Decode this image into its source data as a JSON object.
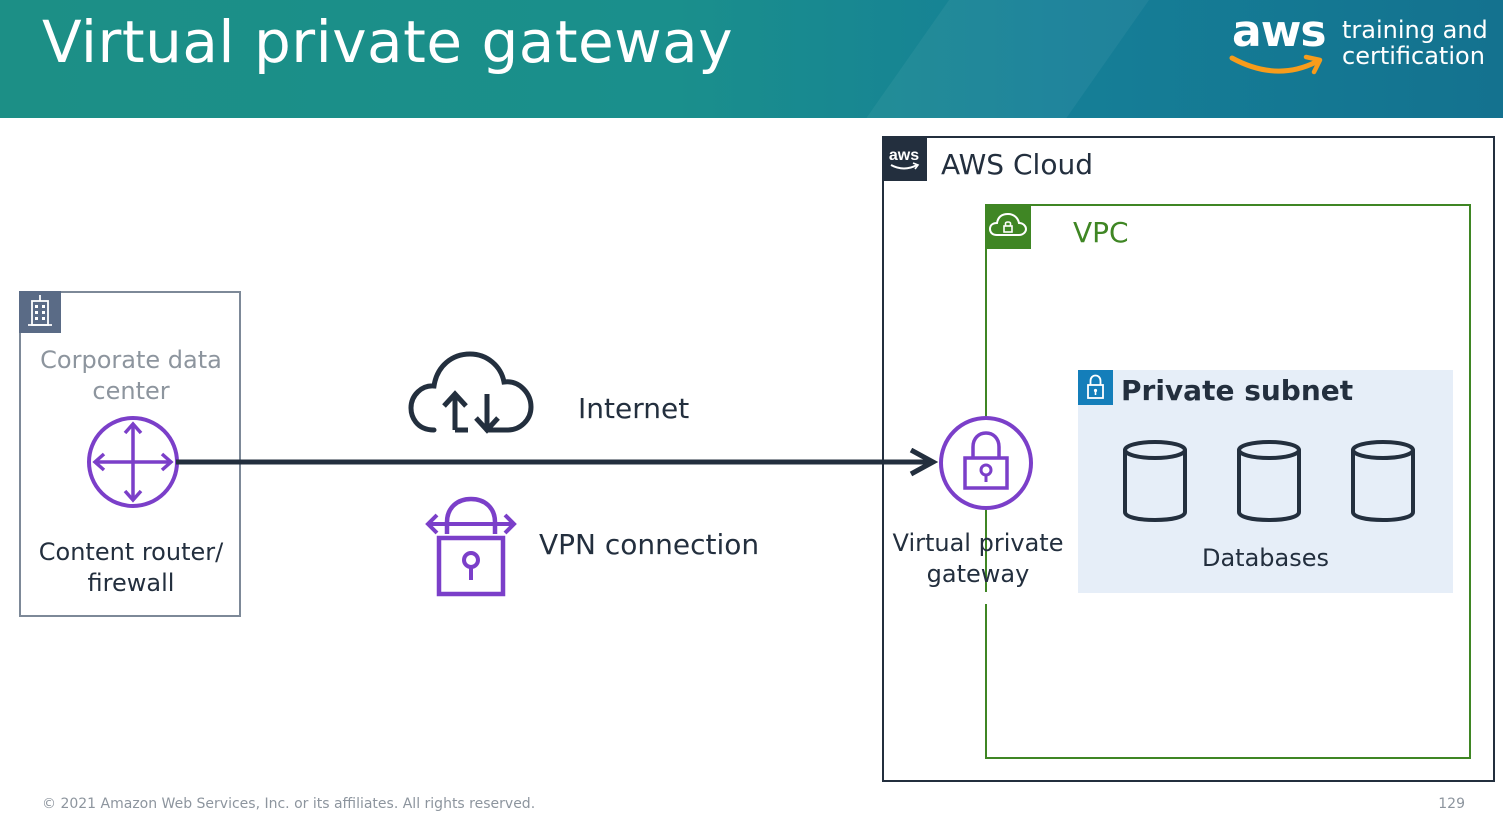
{
  "slide": {
    "title": "Virtual private gateway",
    "brand": {
      "logo_text": "aws",
      "tagline_line1": "training and",
      "tagline_line2": "certification"
    }
  },
  "diagram": {
    "corporate_data_center": {
      "label": "Corporate data center",
      "icon": "office-building-icon",
      "router": {
        "label": "Content router/ firewall",
        "icon": "router-arrows-icon"
      }
    },
    "internet": {
      "label": "Internet",
      "icon": "cloud-upload-download-icon"
    },
    "vpn_connection": {
      "label": "VPN connection",
      "icon": "vpn-lock-icon"
    },
    "aws_cloud": {
      "label": "AWS Cloud",
      "icon": "aws-logo-icon",
      "vpc": {
        "label": "VPC",
        "icon": "vpc-cloud-lock-icon",
        "virtual_private_gateway": {
          "label": "Virtual private gateway",
          "icon": "gateway-lock-icon"
        },
        "private_subnet": {
          "label": "Private subnet",
          "icon": "padlock-icon",
          "databases_label": "Databases",
          "database_count": 3
        }
      }
    }
  },
  "footer": {
    "copyright": "© 2021 Amazon Web Services, Inc. or its affiliates. All rights reserved.",
    "page_number": "129"
  },
  "colors": {
    "header": "#1a8f8c",
    "ink": "#232f3e",
    "vpc_green": "#3f8624",
    "subnet_blue": "#147eba",
    "subnet_fill": "#e6eef8",
    "purple": "#7b3fc9",
    "dc_gray": "#5a6b86"
  }
}
